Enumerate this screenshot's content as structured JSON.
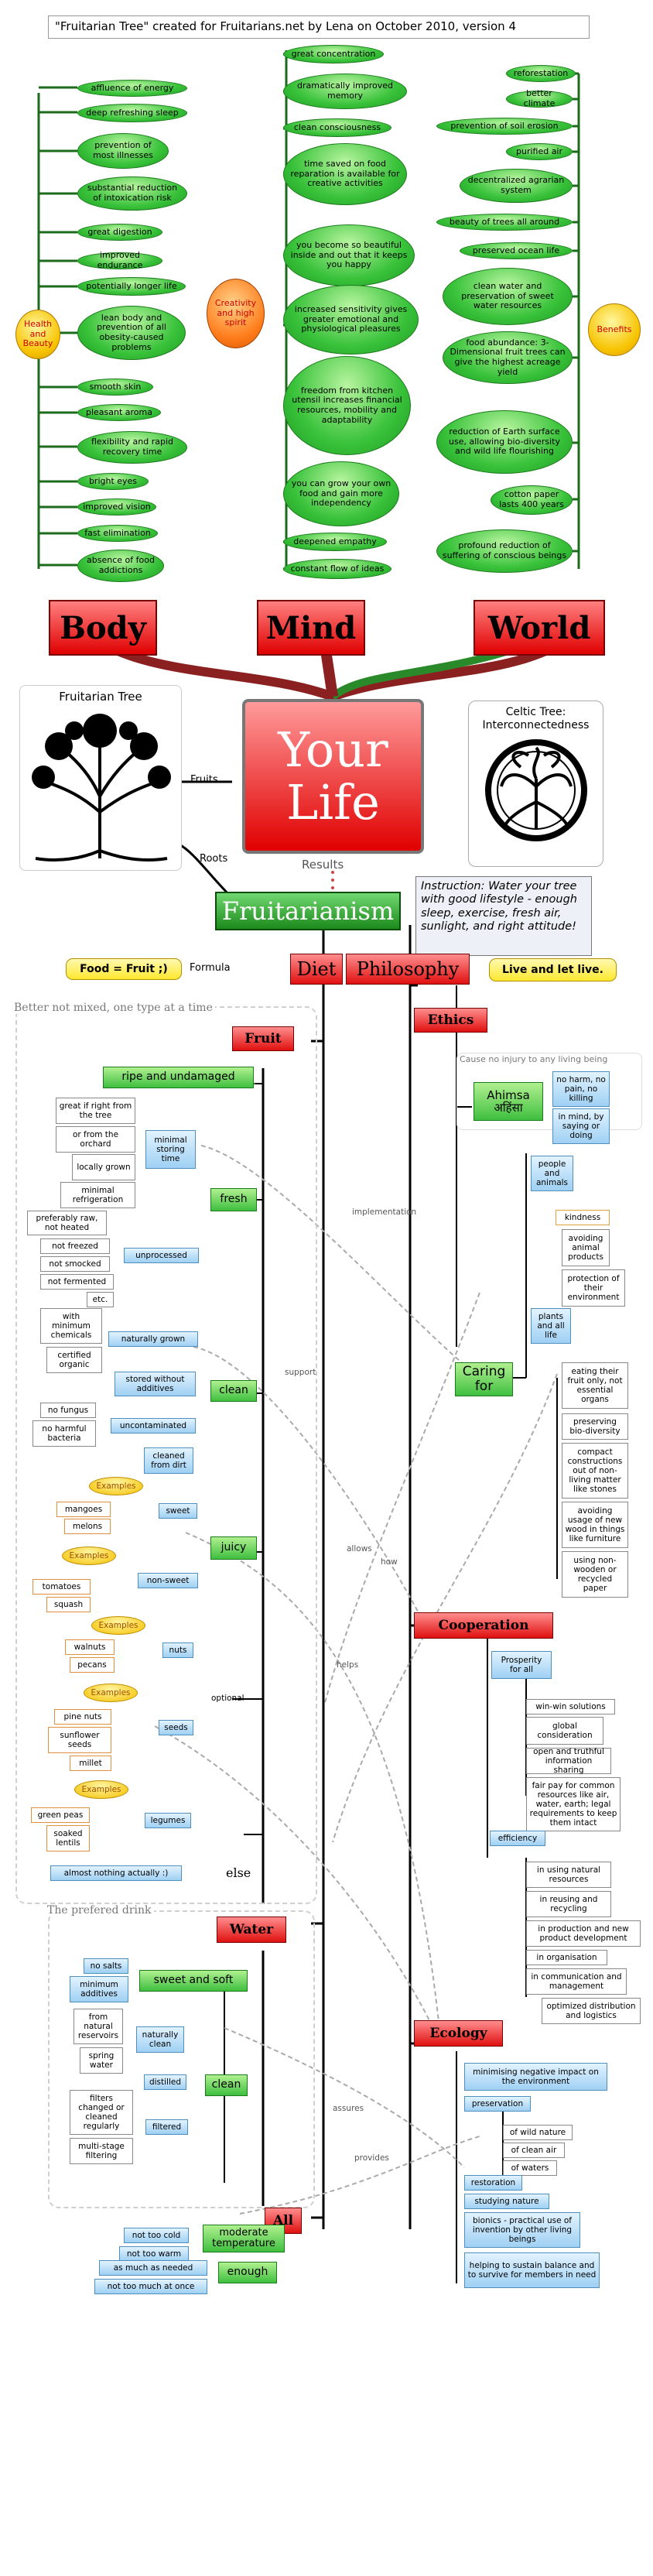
{
  "header": {
    "title": "\"Fruitarian Tree\" created for Fruitarians.net by Lena on October 2010, version 4"
  },
  "body_section": {
    "hub": "Health and Beauty",
    "items": [
      "affluence of energy",
      "deep refreshing sleep",
      "prevention of most illnesses",
      "substantial reduction of intoxication risk",
      "great digestion",
      "improved endurance",
      "potentially longer life",
      "lean body and prevention of all obesity-caused problems",
      "smooth skin",
      "pleasant aroma",
      "flexibility and rapid recovery time",
      "bright eyes",
      "improved vision",
      "fast elimination",
      "absence of food addictions"
    ],
    "label": "Body"
  },
  "mind_section": {
    "hub": "Creativity and high spirit",
    "items": [
      "great concentration",
      "dramatically improved memory",
      "clean consciousness",
      "time saved on food reparation is available for creative activities",
      "you become so beautiful inside and out that it keeps you happy",
      "increased sensitivity gives greater emotional and physiological pleasures",
      "freedom from kitchen utensil increases financial resources, mobility and adaptability",
      "you can grow your own food and gain more independency",
      "deepened empathy",
      "constant flow of ideas"
    ],
    "label": "Mind"
  },
  "world_section": {
    "hub": "Benefits",
    "items": [
      "reforestation",
      "better climate",
      "prevention of soil erosion",
      "purified air",
      "decentralized agrarian system",
      "beauty of trees all around",
      "preserved ocean life",
      "clean water and preservation of sweet water resources",
      "food abundance: 3-Dimensional fruit trees can give the highest acreage yield",
      "reduction of Earth surface use, allowing bio-diversity and wild life flourishing",
      "cotton paper lasts 400 years",
      "profound reduction of suffering of conscious beings"
    ],
    "label": "World"
  },
  "center": {
    "fruitarian_tree_label": "Fruitarian Tree",
    "fruits_label": "Fruits",
    "roots_label": "Roots",
    "your_life": "Your Life",
    "results": "Results",
    "celtic_label": "Celtic Tree: Interconnectedness",
    "fruitarianism": "Fruitarianism",
    "instruction": "Instruction: Water your tree with good lifestyle - enough sleep, exercise, fresh air, sunlight, and right attitude!"
  },
  "formula": {
    "left": "Food = Fruit ;)",
    "formula_label": "Formula",
    "diet": "Diet",
    "philosophy": "Philosophy",
    "right": "Live and let live."
  },
  "diet": {
    "group_title": "Better not mixed, one type at a time",
    "fruit": "Fruit",
    "ripe": "ripe and undamaged",
    "ripe_items": [
      "great if right from the tree",
      "or from the orchard",
      "locally grown",
      "minimal refrigeration"
    ],
    "minimal_storing": "minimal storing time",
    "fresh": "fresh",
    "unprocessed": "unprocessed",
    "unprocessed_items": [
      "preferably raw, not heated",
      "not freezed",
      "not smocked",
      "not fermented",
      "etc."
    ],
    "clean": "clean",
    "naturally_grown": "naturally grown",
    "naturally_items": [
      "with minimum chemicals",
      "certified organic"
    ],
    "stored": "stored without additives",
    "uncontaminated": "uncontaminated",
    "uncontaminated_items": [
      "no fungus",
      "no harmful bacteria"
    ],
    "cleaned": "cleaned from dirt",
    "juicy": "juicy",
    "examples": "Examples",
    "sweet": "sweet",
    "sweet_items": [
      "mangoes",
      "melons"
    ],
    "non_sweet": "non-sweet",
    "nonsweet_items": [
      "tomatoes",
      "squash"
    ],
    "optional": "optional",
    "nuts": "nuts",
    "nuts_items": [
      "walnuts",
      "pecans"
    ],
    "seeds": "seeds",
    "seeds_items": [
      "pine nuts",
      "sunflower seeds",
      "millet"
    ],
    "legumes": "legumes",
    "legumes_items": [
      "green peas",
      "soaked lentils"
    ],
    "almost_nothing": "almost nothing actually :)",
    "else": "else",
    "drink_title": "The prefered drink",
    "water": "Water",
    "sweet_soft": "sweet and soft",
    "no_salts": "no salts",
    "minimum_additives": "minimum additives",
    "water_clean": "clean",
    "naturally_clean": "naturally clean",
    "natural_items": [
      "from natural reservoirs",
      "spring water"
    ],
    "distilled": "distilled",
    "filtered": "filtered",
    "filtered_items": [
      "filters changed or cleaned regularly",
      "multi-stage filtering"
    ],
    "all": "All",
    "moderate": "moderate temperature",
    "temp_items": [
      "not too cold",
      "not too warm"
    ],
    "enough": "enough",
    "enough_items": [
      "as much as needed",
      "not too much at once"
    ]
  },
  "philosophy": {
    "ethics": "Ethics",
    "cause_no_injury": "Cause no injury to any living being",
    "ahimsa": "Ahimsa",
    "ahimsa_script": "अहिंसा",
    "ahimsa_items": [
      "no harm, no pain, no killing",
      "in mind, by saying or doing"
    ],
    "caring_for": "Caring for",
    "people_animals": "people and animals",
    "kindness": "kindness",
    "people_items": [
      "avoiding animal products",
      "protection of their environment"
    ],
    "plants_life": "plants and all life",
    "plants_items": [
      "eating their fruit only, not essential organs",
      "preserving bio-diversity",
      "compact constructions out of non-living matter like stones",
      "avoiding usage of new wood in things like furniture",
      "using non-wooden or recycled paper"
    ],
    "cooperation": "Cooperation",
    "prosperity": "Prosperity for all",
    "prosperity_items": [
      "win-win solutions",
      "global consideration",
      "open and truthful information sharing",
      "fair pay for common resources like air, water, earth; legal requirements to keep them intact"
    ],
    "efficiency": "efficiency",
    "efficiency_items": [
      "in using natural resources",
      "in reusing and recycling",
      "in production and new product development",
      "in organisation",
      "in communication and management",
      "optimized distribution and logistics"
    ],
    "ecology": "Ecology",
    "minimising": "minimising negative impact on the environment",
    "preservation": "preservation",
    "preservation_items": [
      "of wild nature",
      "of clean air",
      "of waters"
    ],
    "restoration": "restoration",
    "studying": "studying nature",
    "bionics": "bionics - practical use of invention by other living beings",
    "helping": "helping to sustain balance and to survive for members in need"
  },
  "relations": {
    "implementation": "implementation",
    "support": "support",
    "allows": "allows",
    "how": "how",
    "helps": "helps",
    "assures": "assures",
    "provides": "provides"
  },
  "colors": {
    "green": "#39c23a",
    "red": "#e00000",
    "yellow": "#ffe830",
    "blue": "#9fd0f3"
  }
}
